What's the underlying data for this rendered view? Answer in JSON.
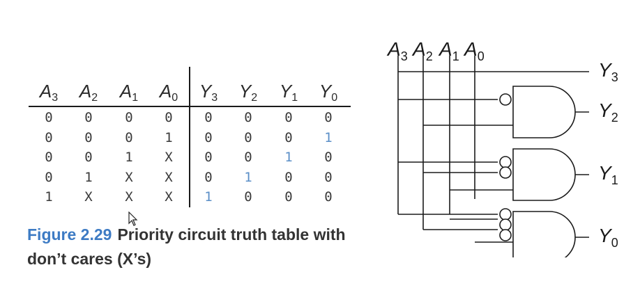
{
  "truth_table": {
    "input_headers": [
      {
        "base": "A",
        "sub": "3"
      },
      {
        "base": "A",
        "sub": "2"
      },
      {
        "base": "A",
        "sub": "1"
      },
      {
        "base": "A",
        "sub": "0"
      }
    ],
    "output_headers": [
      {
        "base": "Y",
        "sub": "3"
      },
      {
        "base": "Y",
        "sub": "2"
      },
      {
        "base": "Y",
        "sub": "1"
      },
      {
        "base": "Y",
        "sub": "0"
      }
    ],
    "rows": [
      {
        "inputs": [
          "0",
          "0",
          "0",
          "0"
        ],
        "outputs": [
          "0",
          "0",
          "0",
          "0"
        ],
        "highlight": -1
      },
      {
        "inputs": [
          "0",
          "0",
          "0",
          "1"
        ],
        "outputs": [
          "0",
          "0",
          "0",
          "1"
        ],
        "highlight": 3
      },
      {
        "inputs": [
          "0",
          "0",
          "1",
          "X"
        ],
        "outputs": [
          "0",
          "0",
          "1",
          "0"
        ],
        "highlight": 2
      },
      {
        "inputs": [
          "0",
          "1",
          "X",
          "X"
        ],
        "outputs": [
          "0",
          "1",
          "0",
          "0"
        ],
        "highlight": 1
      },
      {
        "inputs": [
          "1",
          "X",
          "X",
          "X"
        ],
        "outputs": [
          "1",
          "0",
          "0",
          "0"
        ],
        "highlight": 0
      }
    ],
    "highlight_color": "#5b8fc7"
  },
  "caption": {
    "figure_label": "Figure 2.29",
    "text": "Priority circuit truth table with don’t cares (X’s)",
    "figure_color": "#3d7bc4"
  },
  "circuit": {
    "inputs": [
      {
        "base": "A",
        "sub": "3"
      },
      {
        "base": "A",
        "sub": "2"
      },
      {
        "base": "A",
        "sub": "1"
      },
      {
        "base": "A",
        "sub": "0"
      }
    ],
    "outputs": [
      {
        "base": "Y",
        "sub": "3"
      },
      {
        "base": "Y",
        "sub": "2"
      },
      {
        "base": "Y",
        "sub": "1"
      },
      {
        "base": "Y",
        "sub": "0"
      }
    ]
  }
}
